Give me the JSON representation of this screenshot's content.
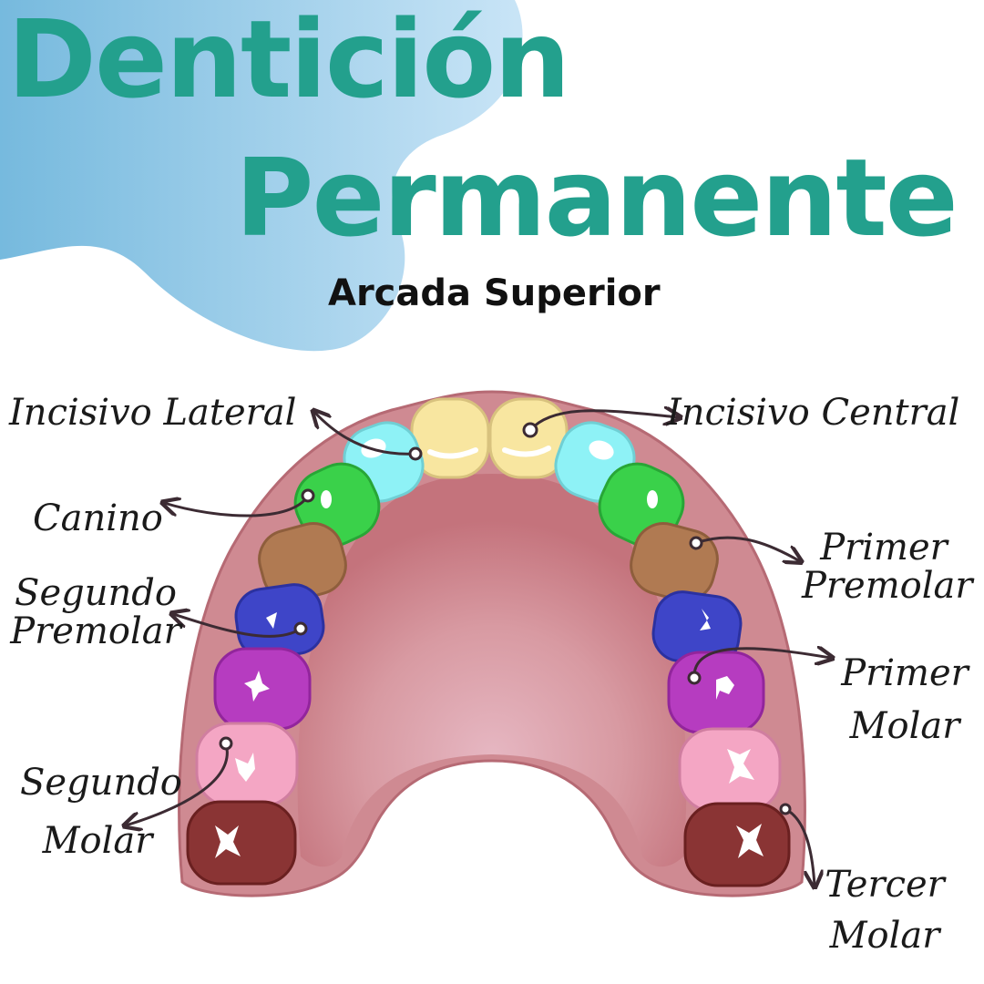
{
  "title": {
    "line1": "Dentición",
    "line2": "Permanente"
  },
  "subtitle": "Arcada Superior",
  "colors": {
    "title": "#23a08d",
    "blob": "#8ec9e6",
    "palate": "#c97f86",
    "incisivo_central": "#f8e6a0",
    "incisivo_lateral": "#8ef2f6",
    "canino": "#3ad14a",
    "primer_premolar": "#b07a52",
    "segundo_premolar": "#3e45c8",
    "primer_molar": "#b63cc0",
    "segundo_molar": "#f4a6c4",
    "tercer_molar": "#8a3434"
  },
  "labels": {
    "incisivo_lateral": "Incisivo Lateral",
    "incisivo_central": "Incisivo Central",
    "canino": "Canino",
    "primer_premolar_1": "Primer",
    "primer_premolar_2": "Premolar",
    "segundo_premolar_1": "Segundo",
    "segundo_premolar_2": "Premolar",
    "primer_molar_1": "Primer",
    "primer_molar_2": "Molar",
    "segundo_molar_1": "Segundo",
    "segundo_molar_2": "Molar",
    "tercer_molar_1": "Tercer",
    "tercer_molar_2": "Molar"
  }
}
